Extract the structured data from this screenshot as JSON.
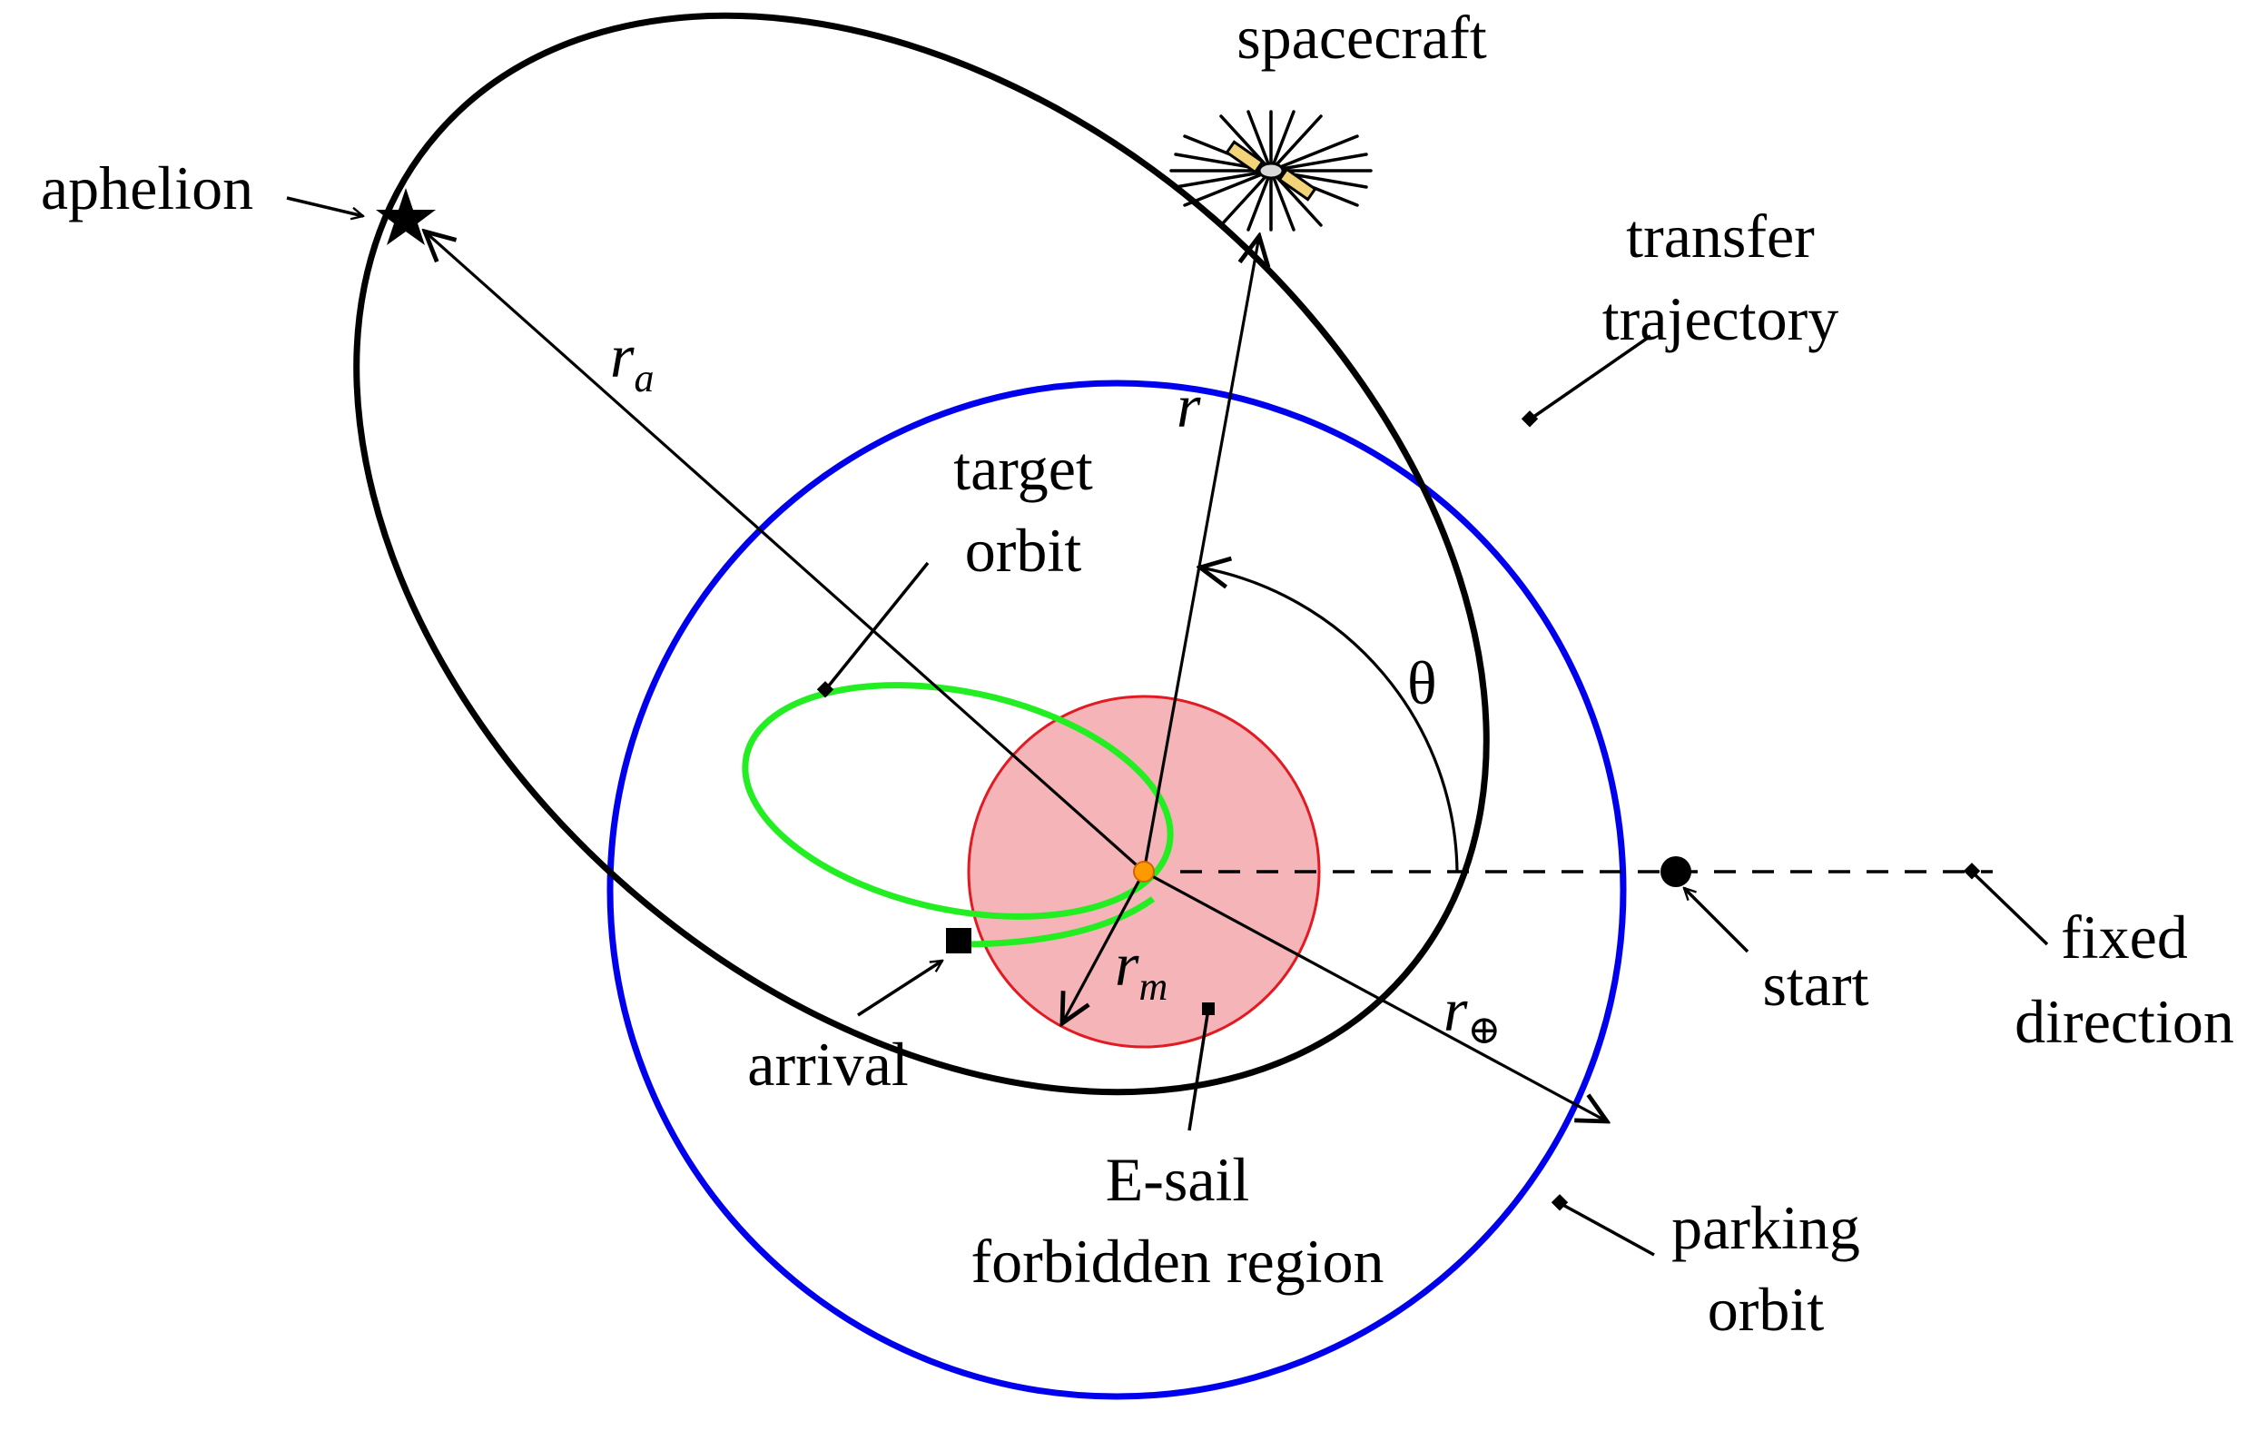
{
  "labels": {
    "spacecraft": "spacecraft",
    "aphelion": "aphelion",
    "transfer_line1": "transfer",
    "transfer_line2": "trajectory",
    "target_line1": "target",
    "target_line2": "orbit",
    "arrival": "arrival",
    "start": "start",
    "fixed_line1": "fixed",
    "fixed_line2": "direction",
    "esail_line1": "E-sail",
    "esail_line2": "forbidden region",
    "parking_line1": "parking",
    "parking_line2": "orbit"
  },
  "symbols": {
    "r": "r",
    "r_a_base": "r",
    "r_a_sub": "a",
    "r_m_base": "r",
    "r_m_sub": "m",
    "r_earth_base": "r",
    "r_earth_sub": "⊕",
    "theta": "θ"
  },
  "colors": {
    "parking_orbit": "#0000ee",
    "target_orbit": "#22ee22",
    "forbidden_fill": "#f4b4b8",
    "forbidden_stroke": "#e21a22",
    "transfer": "#000000",
    "sun": "#ff9900"
  }
}
